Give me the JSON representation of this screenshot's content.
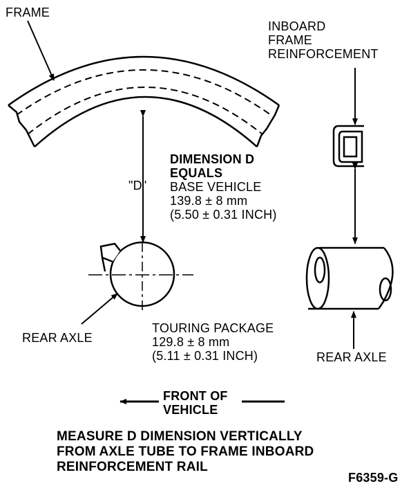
{
  "labels": {
    "frame": "FRAME",
    "inboard": [
      "INBOARD",
      "FRAME",
      "REINFORCEMENT"
    ],
    "d_marker": "\"D\"",
    "dimension_title": [
      "DIMENSION D",
      "EQUALS"
    ],
    "base_vehicle": [
      "BASE VEHICLE",
      "139.8 ± 8 mm",
      "(5.50 ± 0.31 INCH)"
    ],
    "touring_package": [
      "TOURING PACKAGE",
      "129.8 ± 8 mm",
      "(5.11 ± 0.31 INCH)"
    ],
    "rear_axle_left": "REAR AXLE",
    "rear_axle_right": "REAR AXLE",
    "front_of_vehicle": [
      "FRONT OF",
      "VEHICLE"
    ],
    "instruction": [
      "MEASURE D DIMENSION VERTICALLY",
      "FROM AXLE TUBE TO FRAME INBOARD",
      "REINFORCEMENT RAIL"
    ],
    "figure_code": "F6359-G"
  }
}
